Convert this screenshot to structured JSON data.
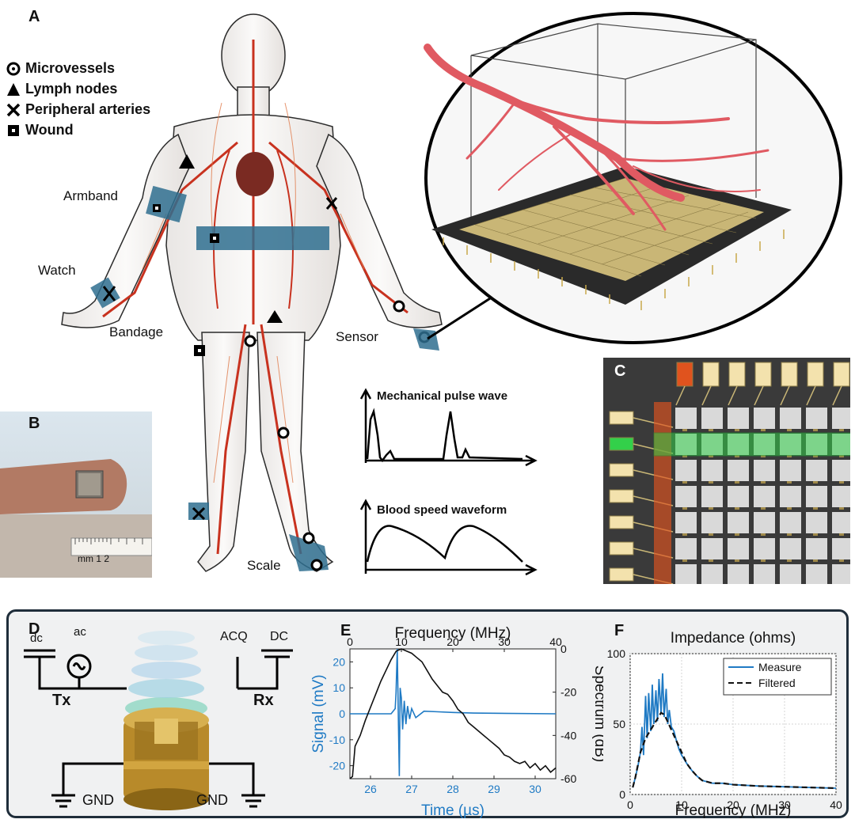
{
  "panelA": {
    "letter": "A",
    "legend": [
      {
        "symbol": "circle-dot",
        "label": "Microvessels"
      },
      {
        "symbol": "triangle",
        "label": "Lymph nodes"
      },
      {
        "symbol": "x",
        "label": "Peripheral arteries"
      },
      {
        "symbol": "square-dot",
        "label": "Wound"
      }
    ],
    "labels": {
      "armband": "Armband",
      "watch": "Watch",
      "bandage": "Bandage",
      "sensor": "Sensor",
      "scale": "Scale"
    },
    "waveforms": {
      "pulse_title": "Mechanical pulse wave",
      "speed_title": "Blood speed waveform"
    },
    "colors": {
      "band": "#2f6f8f",
      "vessel": "#c8321f"
    }
  },
  "panelB": {
    "letter": "B",
    "ruler_text": "mm 1 2"
  },
  "panelC": {
    "letter": "C",
    "colors": {
      "highlight_col": "#e0531e",
      "highlight_row": "#33d04a",
      "pad": "#f3e2ad"
    }
  },
  "panelD": {
    "letter": "D",
    "labels": {
      "dc": "dc",
      "ac": "ac",
      "tx": "Tx",
      "acq": "ACQ",
      "dcbig": "DC",
      "rx": "Rx",
      "gnd_left": "GND",
      "gnd_right": "GND"
    }
  },
  "panelE": {
    "letter": "E",
    "chart_data": {
      "type": "line",
      "title": "",
      "top_xlabel": "Frequency (MHz)",
      "top_xticks": [
        "0",
        "10",
        "20",
        "30",
        "40"
      ],
      "bottom_xlabel": "Time (µs)",
      "bottom_xticks": [
        "26",
        "27",
        "28",
        "29",
        "30"
      ],
      "left_ylabel": "Signal (mV)",
      "left_yticks": [
        "20",
        "10",
        "0",
        "-10",
        "-20"
      ],
      "right_ylabel": "Spectrum (dB)",
      "right_yticks": [
        "0",
        "-20",
        "-40",
        "-60"
      ],
      "xlim_time": [
        25.5,
        30.5
      ],
      "ylim_signal": [
        -25,
        25
      ],
      "xlim_freq": [
        0,
        40
      ],
      "ylim_spectrum": [
        -60,
        0
      ],
      "series": [
        {
          "color": "#1f7ac4",
          "axis": "time",
          "x": [
            25.5,
            26.5,
            26.6,
            26.62,
            26.65,
            26.68,
            26.7,
            26.72,
            26.75,
            26.78,
            26.82,
            26.86,
            26.9,
            26.95,
            27.0,
            27.1,
            27.3,
            27.6,
            28.0,
            28.5,
            29.0,
            30.5
          ],
          "y": [
            0,
            0,
            2,
            8,
            25,
            -5,
            -24,
            10,
            6,
            -6,
            5,
            -4,
            3,
            -2,
            2,
            -1.5,
            1,
            0.8,
            0.5,
            0.3,
            0.2,
            0
          ]
        },
        {
          "color": "#111111",
          "axis": "freq",
          "x": [
            0,
            0.5,
            1,
            2,
            3,
            4,
            5,
            6,
            7,
            8,
            9,
            10,
            11,
            12,
            13,
            14,
            15,
            16,
            17,
            18,
            19,
            20,
            21,
            22,
            23,
            24,
            25,
            26,
            27,
            28,
            29,
            30,
            31,
            32,
            33,
            34,
            35,
            36,
            37,
            38,
            39,
            40
          ],
          "y": [
            -60,
            -59,
            -45,
            -40,
            -33,
            -27,
            -21,
            -15,
            -10,
            -5,
            -1,
            0,
            -1,
            -2,
            -4,
            -6,
            -10,
            -14,
            -17,
            -20,
            -21,
            -24,
            -28,
            -30,
            -34,
            -36,
            -38,
            -40,
            -42,
            -44,
            -46,
            -49,
            -50,
            -52,
            -53,
            -52,
            -55,
            -53,
            -56,
            -54,
            -57,
            -55
          ]
        }
      ]
    }
  },
  "panelF": {
    "letter": "F",
    "chart_data": {
      "type": "line",
      "title": "Impedance (ohms)",
      "xlabel": "Frequency (MHz)",
      "xticks": [
        "0",
        "10",
        "20",
        "30",
        "40"
      ],
      "yticks": [
        "0",
        "50",
        "100"
      ],
      "xlim": [
        0,
        40
      ],
      "ylim": [
        0,
        100
      ],
      "grid": true,
      "legend_position": "top-right",
      "series": [
        {
          "name": "Measure",
          "color": "#1f7ac4",
          "dash": false,
          "x": [
            0.5,
            1,
            1.5,
            2,
            2.3,
            2.6,
            3,
            3.3,
            3.6,
            4,
            4.3,
            4.6,
            5,
            5.3,
            5.6,
            6,
            6.3,
            6.6,
            7,
            7.3,
            7.6,
            8,
            8.5,
            9,
            9.5,
            10,
            11,
            12,
            13,
            14,
            15,
            16,
            18,
            20,
            25,
            30,
            35,
            40
          ],
          "y": [
            5,
            12,
            20,
            30,
            48,
            28,
            70,
            40,
            72,
            45,
            78,
            50,
            74,
            52,
            82,
            58,
            86,
            55,
            75,
            50,
            60,
            48,
            45,
            38,
            32,
            28,
            22,
            17,
            13,
            10,
            9,
            8,
            8,
            7,
            6,
            5.5,
            5,
            4.5
          ]
        },
        {
          "name": "Filtered",
          "color": "#111111",
          "dash": true,
          "x": [
            0.5,
            1,
            2,
            3,
            4,
            5,
            6,
            6.5,
            7,
            8,
            9,
            10,
            11,
            12,
            13,
            14,
            15,
            16,
            18,
            20,
            25,
            30,
            35,
            40
          ],
          "y": [
            5,
            12,
            30,
            40,
            46,
            52,
            58,
            57,
            54,
            46,
            38,
            30,
            22,
            17,
            13,
            10,
            9,
            8,
            8,
            7,
            6,
            5.5,
            5,
            4.5
          ]
        }
      ]
    }
  }
}
